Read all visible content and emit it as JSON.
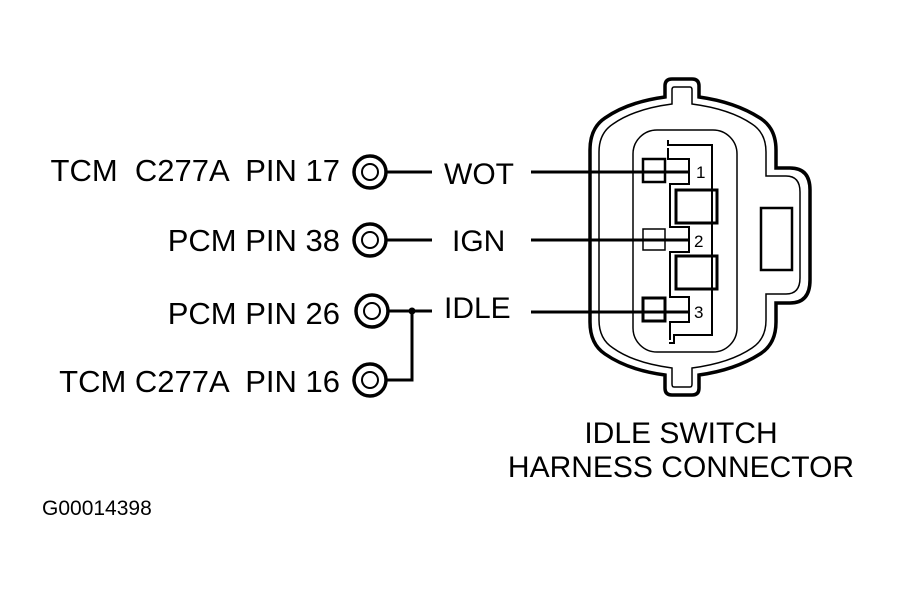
{
  "diagram": {
    "sources": [
      {
        "label": "TCM  C277A  PIN 17",
        "signal": "WOT",
        "connector_pin": "1"
      },
      {
        "label": "PCM PIN 38",
        "signal": "IGN",
        "connector_pin": "2"
      },
      {
        "label": "PCM PIN 26",
        "signal": "IDLE",
        "connector_pin": "3"
      },
      {
        "label": "TCM C277A  PIN 16",
        "signal": "IDLE",
        "connector_pin": "3"
      }
    ],
    "signals": [
      "WOT",
      "IGN",
      "IDLE"
    ],
    "connector": {
      "title_line1": "IDLE SWITCH",
      "title_line2": "HARNESS CONNECTOR",
      "pins": [
        "1",
        "2",
        "3"
      ]
    },
    "figure_id": "G00014398",
    "colors": {
      "line": "#000000",
      "background": "#ffffff"
    }
  }
}
